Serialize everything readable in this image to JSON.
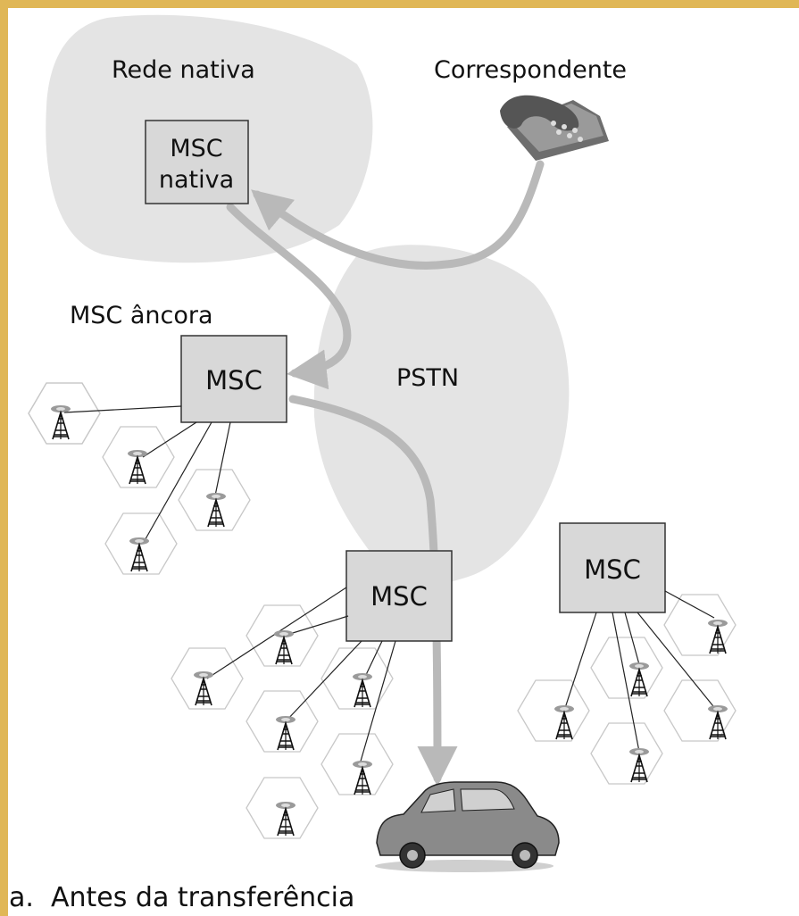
{
  "labels": {
    "home_network": "Rede nativa",
    "correspondent": "Correspondente",
    "home_msc_line1": "MSC",
    "home_msc_line2": "nativa",
    "anchor_msc": "MSC âncora",
    "pstn": "PSTN",
    "msc_anchor_box": "MSC",
    "msc_middle_box": "MSC",
    "msc_right_box": "MSC",
    "caption": "a.  Antes da transferência"
  },
  "colors": {
    "frame": "#e0b756",
    "cloud": "#e4e4e4",
    "msc_box": "#d8d8d8",
    "arrow": "#b9b9b9",
    "hex_cell": "#c8c8c8",
    "text": "#111111"
  },
  "icons": {
    "phone": "telephone-icon",
    "car": "car-icon",
    "tower": "cell-tower-icon"
  }
}
